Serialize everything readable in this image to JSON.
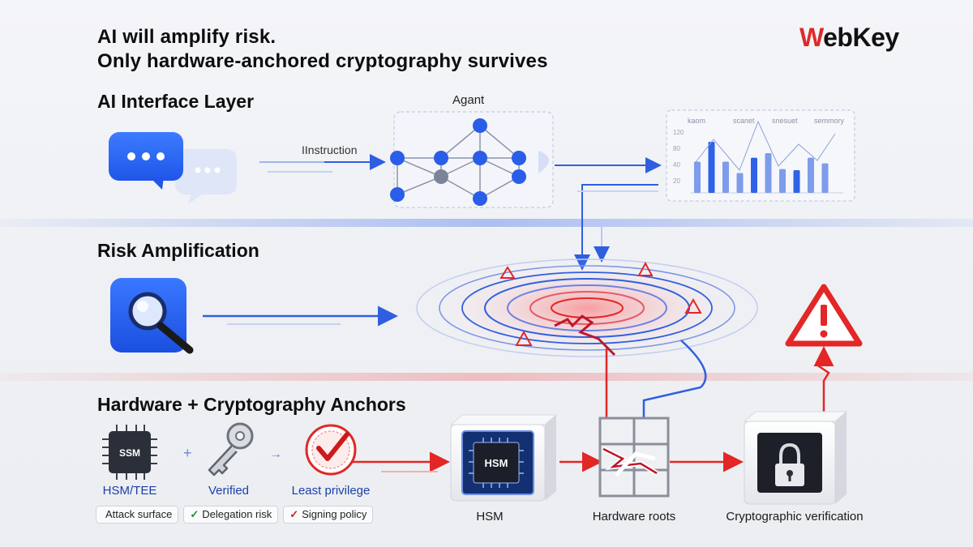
{
  "headline": {
    "line1": "AI will amplify risk.",
    "line2": "Only hardware-anchored cryptography survives"
  },
  "logo": {
    "mark": "W",
    "text": "ebKey"
  },
  "sections": {
    "ai_interface": "AI Interface Layer",
    "risk_amplification": "Risk Amplification",
    "anchors": "Hardware + Cryptography Anchors"
  },
  "ai_layer": {
    "instruction_label": "IInstruction",
    "agent_label": "Agant",
    "panel_headers": [
      "kaom",
      "scanet",
      "snesuet",
      "semmory"
    ],
    "panel_axis": [
      "120",
      "80",
      "40",
      "20"
    ]
  },
  "anchors": {
    "chip_text": "SSM",
    "hsm_tee_label": "HSM/TEE",
    "verified_label": "Verified",
    "least_privilege_label": "Least privilege",
    "plus_sign": "+",
    "arrow_sign": "→",
    "tags": [
      {
        "mark": "",
        "text": "Attack surface"
      },
      {
        "mark": "✓",
        "text": "Delegation risk"
      },
      {
        "mark": "✓",
        "text": "Signing policy"
      }
    ],
    "hsm_box_text": "HSM",
    "hsm_label": "HSM",
    "hardware_roots_label": "Hardware roots",
    "crypto_verification_label": "Cryptographic verification"
  },
  "colors": {
    "blue": "#2f5fe0",
    "red": "#e32626",
    "bar_blue": "#2d63e6"
  },
  "icons": [
    "chat-bubble-icon",
    "magnifier-icon",
    "chip-icon",
    "key-icon",
    "checkmark-seal-icon",
    "warning-icon",
    "padlock-icon"
  ]
}
